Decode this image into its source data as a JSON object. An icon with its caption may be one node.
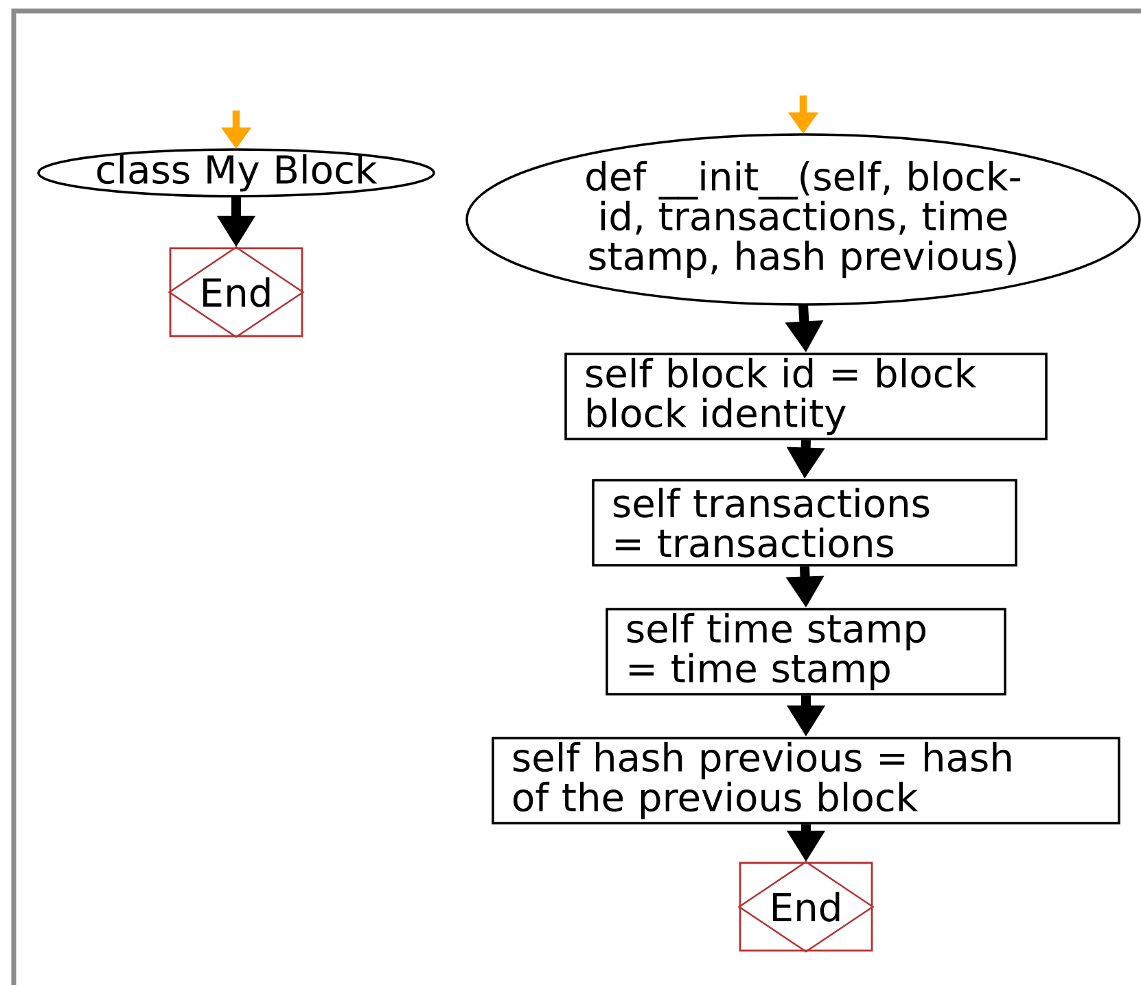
{
  "diagram": {
    "nodes": [
      {
        "text": [
          "class My Block"
        ]
      },
      {
        "text": [
          "End"
        ]
      },
      {
        "text": [
          "def __init__(self, block-id, transactions, time stamp, hash previous)"
        ]
      },
      {
        "text": [
          "self block id = block block identity"
        ]
      },
      {
        "text": [
          "self transactions = transactions"
        ]
      },
      {
        "text": [
          "self time stamp = time stamp"
        ]
      },
      {
        "text": [
          "self hash previous = hash of the previous block"
        ]
      },
      {
        "text": [
          "End"
        ]
      }
    ],
    "edges": [
      {
        "from": null,
        "to": 0,
        "arrow": "to",
        "color": "#ffa500"
      },
      {
        "from": 0,
        "to": 1,
        "arrow": "to"
      },
      {
        "from": null,
        "to": 2,
        "arrow": "to",
        "color": "#ffa500"
      },
      {
        "from": 2,
        "to": 3,
        "arrow": "to"
      },
      {
        "from": 3,
        "to": 4,
        "arrow": "to"
      },
      {
        "from": 4,
        "to": 5,
        "arrow": "to"
      },
      {
        "from": 5,
        "to": 6,
        "arrow": "to"
      },
      {
        "from": 6,
        "to": 7,
        "arrow": "to"
      }
    ]
  }
}
